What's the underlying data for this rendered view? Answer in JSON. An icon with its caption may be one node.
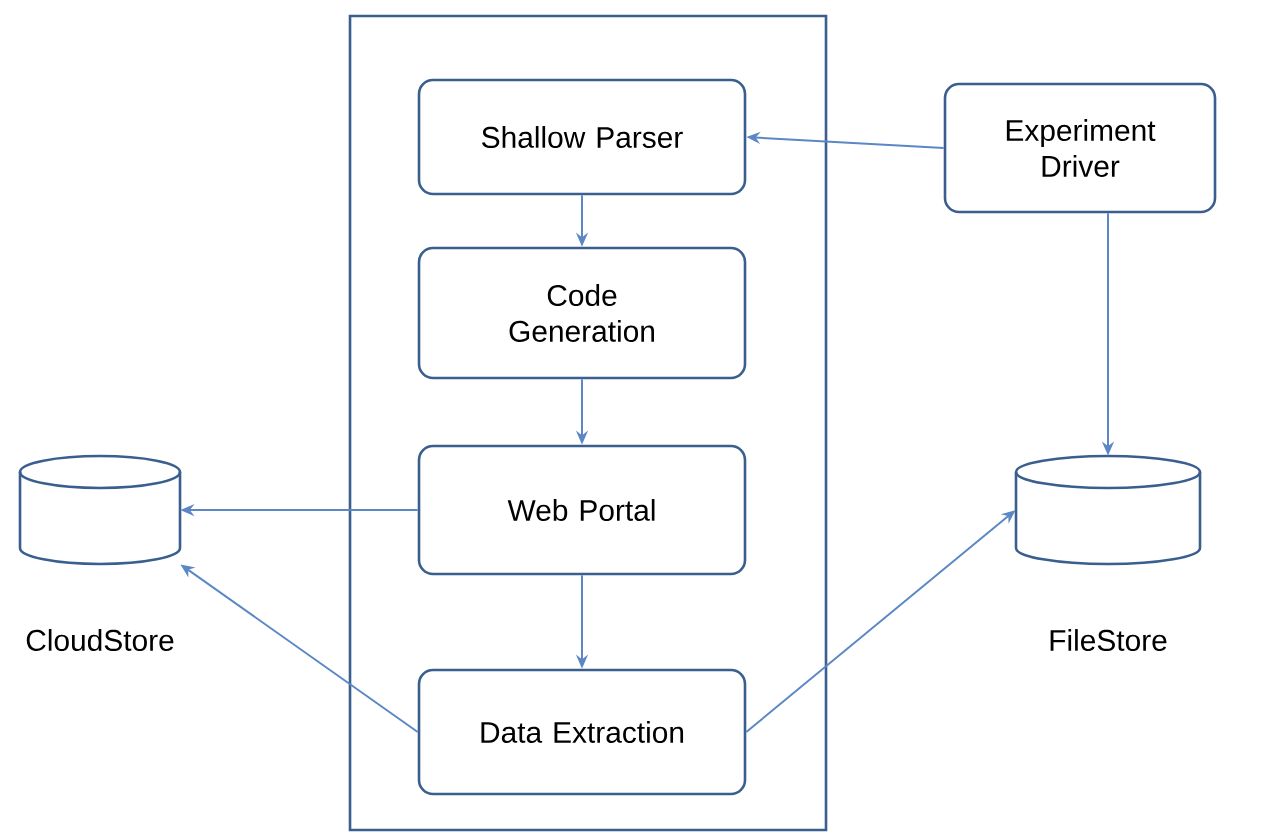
{
  "diagram": {
    "nodes": [
      {
        "text": [],
        "shape": "box"
      },
      {
        "text": [
          "Shallow Parser"
        ],
        "in": 0
      },
      {
        "text": [
          "Code Generation"
        ],
        "in": 0
      },
      {
        "text": [
          "Web Portal"
        ],
        "in": 0
      },
      {
        "text": [
          "Data Extraction"
        ],
        "in": 0
      },
      {
        "text": [
          "Experiment Driver"
        ]
      },
      {
        "text": [],
        "shape": "cylinder",
        "beside": [
          "CloudStore"
        ]
      },
      {
        "text": [],
        "shape": "cylinder",
        "beside": [
          "FileStore"
        ]
      }
    ],
    "edges": [
      {
        "from": 5,
        "to": 1,
        "arrow": "to"
      },
      {
        "from": 1,
        "to": 2,
        "arrow": "to"
      },
      {
        "from": 2,
        "to": 3,
        "arrow": "to"
      },
      {
        "from": 3,
        "to": 4,
        "arrow": "to"
      },
      {
        "from": 3,
        "to": 6,
        "arrow": "to"
      },
      {
        "from": 4,
        "to": 6,
        "arrow": "to"
      },
      {
        "from": 5,
        "to": 7,
        "arrow": "to"
      },
      {
        "from": 4,
        "to": 7,
        "arrow": "to"
      }
    ]
  }
}
